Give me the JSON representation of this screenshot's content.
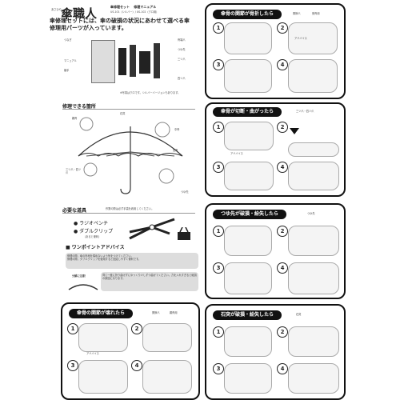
{
  "brand": {
    "logo_small": "あさひや",
    "logo_main": "傘職人"
  },
  "kit": {
    "title_left": "傘修理セット",
    "title_right": "修理マニュアル",
    "variants": "US-101（シルバー）/ US-102（クロ用）",
    "intro": "傘修理セットには、傘の破損の状況にあわせて選べる傘修理用パーツが入っています。",
    "parts": {
      "joint": "つなぎ",
      "hinge": "継手",
      "claw": "骨端爪",
      "cap": "つゆ先",
      "manual": "マニュアル",
      "claw_label": "三ツ爪",
      "four_claw": "四ツ爪"
    },
    "note": "※写真はクロです。シルバーバージョンもあります。"
  },
  "repairable": {
    "title": "修理できる箇所",
    "labels": [
      "石突",
      "親骨",
      "中骨",
      "受骨",
      "つゆ先",
      "三ツ爪・四ツ爪"
    ]
  },
  "tools": {
    "title": "必要な道具",
    "items": [
      "ラジオペンチ",
      "ダブルクリップ"
    ],
    "sub": "（あると便利）"
  },
  "advice": {
    "title": "ワンポイントアドバイス",
    "lines": [
      "修理の際、傘の布地を傷めないよう気をつけてください。",
      "修理の際、ダブルクリップを使用すると固定しやすく便利です。"
    ],
    "tip": "同じ一度に折り曲げずにゆっくり少しずつ曲げてください。力を入れすぎると破損の原因になります。",
    "warn": "分解に注意！"
  },
  "panels": {
    "p1": {
      "title": "傘骨の関節が骨折したら",
      "tag1": "関節爪",
      "tag2": "受骨用",
      "advice": "アドバイス"
    },
    "p2": {
      "title": "傘骨が切断・曲がったら",
      "tag1": "三ツ爪・四ツ爪",
      "advice": "アドバイス"
    },
    "p3": {
      "title": "つゆ先が破損・紛失したら",
      "tag1": "つゆ先"
    },
    "p4": {
      "title": "傘骨の関節が壊れたら",
      "tag1": "関節爪",
      "tag2": "親骨用",
      "advice": "アドバイス"
    },
    "p5": {
      "title": "石突が破損・紛失したら",
      "tag1": "石突"
    }
  },
  "steps": [
    "1",
    "2",
    "3",
    "4"
  ]
}
